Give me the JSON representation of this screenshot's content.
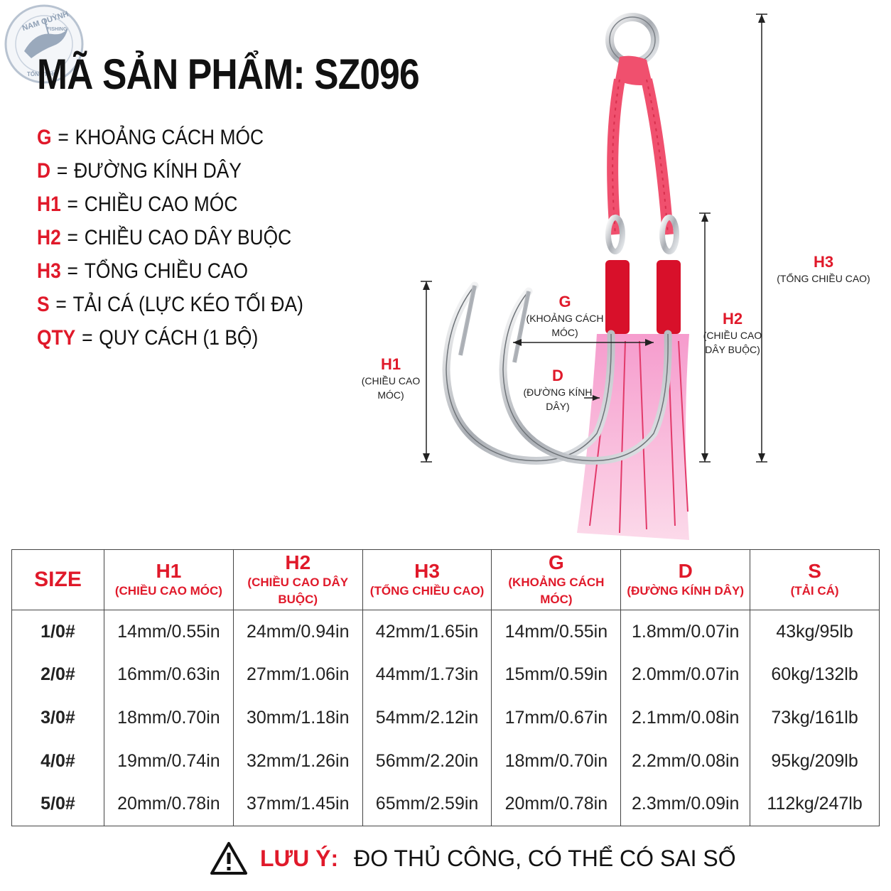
{
  "brand": {
    "name": "NAM QUỲNH",
    "sub": "FISHING",
    "store": "TỔNG KHO"
  },
  "title": "MÃ SẢN PHẨM: SZ096",
  "legend": [
    {
      "key": "G",
      "desc": "KHOẢNG CÁCH MÓC"
    },
    {
      "key": "D",
      "desc": "ĐƯỜNG KÍNH DÂY"
    },
    {
      "key": "H1",
      "desc": "CHIỀU CAO MÓC"
    },
    {
      "key": "H2",
      "desc": "CHIỀU CAO DÂY BUỘC"
    },
    {
      "key": "H3",
      "desc": "TỔNG CHIỀU CAO"
    },
    {
      "key": "S",
      "desc": "TẢI CÁ (LỰC KÉO TỐI ĐA)"
    },
    {
      "key": "QTY",
      "desc": "QUY CÁCH (1 BỘ)"
    }
  ],
  "diagram": {
    "g": {
      "code": "G",
      "line1": "(KHOẢNG CÁCH",
      "line2": "MÓC)"
    },
    "d": {
      "code": "D",
      "line1": "(ĐƯỜNG KÍNH",
      "line2": "DÂY)"
    },
    "h1": {
      "code": "H1",
      "line1": "(CHIỀU CAO",
      "line2": "MÓC)"
    },
    "h2": {
      "code": "H2",
      "line1": "(CHIỀU CAO",
      "line2": "DÂY BUỘC)"
    },
    "h3": {
      "code": "H3",
      "line1": "(TỔNG CHIỀU CAO)"
    },
    "colors": {
      "rope": "#f0506e",
      "wrap": "#d8102a",
      "steel": "#a9adb3",
      "skirt": "#f48ac4"
    }
  },
  "table": {
    "size_header": "SIZE",
    "columns": [
      {
        "code": "H1",
        "name": "(CHIỀU CAO MÓC)"
      },
      {
        "code": "H2",
        "name": "(CHIỀU CAO DÂY BUỘC)"
      },
      {
        "code": "H3",
        "name": "(TỔNG CHIỀU CAO)"
      },
      {
        "code": "G",
        "name": "(KHOẢNG CÁCH MÓC)"
      },
      {
        "code": "D",
        "name": "(ĐƯỜNG KÍNH DÂY)"
      },
      {
        "code": "S",
        "name": "(TẢI CÁ)"
      }
    ],
    "rows": [
      {
        "size": "1/0#",
        "cells": [
          "14mm/0.55in",
          "24mm/0.94in",
          "42mm/1.65in",
          "14mm/0.55in",
          "1.8mm/0.07in",
          "43kg/95lb"
        ]
      },
      {
        "size": "2/0#",
        "cells": [
          "16mm/0.63in",
          "27mm/1.06in",
          "44mm/1.73in",
          "15mm/0.59in",
          "2.0mm/0.07in",
          "60kg/132lb"
        ]
      },
      {
        "size": "3/0#",
        "cells": [
          "18mm/0.70in",
          "30mm/1.18in",
          "54mm/2.12in",
          "17mm/0.67in",
          "2.1mm/0.08in",
          "73kg/161lb"
        ]
      },
      {
        "size": "4/0#",
        "cells": [
          "19mm/0.74in",
          "32mm/1.26in",
          "56mm/2.20in",
          "18mm/0.70in",
          "2.2mm/0.08in",
          "95kg/209lb"
        ]
      },
      {
        "size": "5/0#",
        "cells": [
          "20mm/0.78in",
          "37mm/1.45in",
          "65mm/2.59in",
          "20mm/0.78in",
          "2.3mm/0.09in",
          "112kg/247lb"
        ]
      }
    ]
  },
  "note": {
    "label": "LƯU Ý:",
    "text": "ĐO THỦ CÔNG, CÓ THỂ CÓ SAI SỐ"
  },
  "colors": {
    "accent": "#e0192a",
    "text": "#111111",
    "border": "#444444"
  }
}
